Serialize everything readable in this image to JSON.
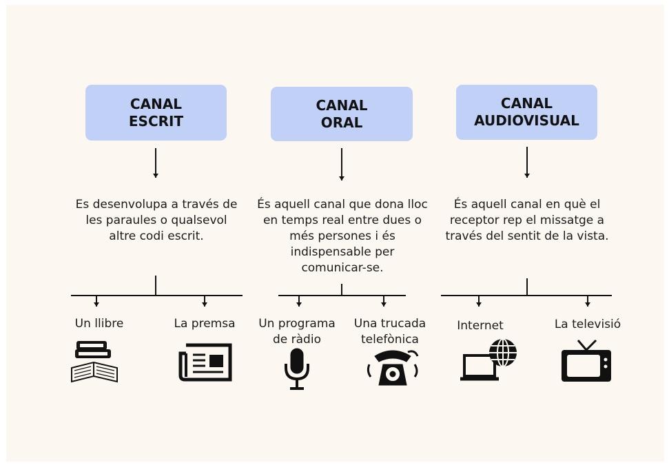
{
  "columns": [
    {
      "title_line1": "CANAL",
      "title_line2": "ESCRIT",
      "description": "Es desenvolupa a través de les paraules o qualsevol altre codi escrit.",
      "examples": [
        {
          "label": "Un llibre",
          "icon": "books-icon"
        },
        {
          "label": "La premsa",
          "icon": "newspaper-icon"
        }
      ]
    },
    {
      "title_line1": "CANAL",
      "title_line2": "ORAL",
      "description": "És aquell canal que dona lloc en temps real entre dues o més persones i és indispensable per comunicar-se.",
      "examples": [
        {
          "label": "Un programa de ràdio",
          "icon": "microphone-icon"
        },
        {
          "label": "Una trucada telefònica",
          "icon": "telephone-icon"
        }
      ]
    },
    {
      "title_line1": "CANAL",
      "title_line2": "AUDIOVISUAL",
      "description": "És aquell canal en què el receptor rep el missatge a través del sentit de la vista.",
      "examples": [
        {
          "label": "Internet",
          "icon": "internet-laptop-globe-icon"
        },
        {
          "label": "La televisió",
          "icon": "television-icon"
        }
      ]
    }
  ],
  "colors": {
    "background": "#fcf7f0",
    "box_fill": "#c0d0f6",
    "line": "#111111"
  }
}
